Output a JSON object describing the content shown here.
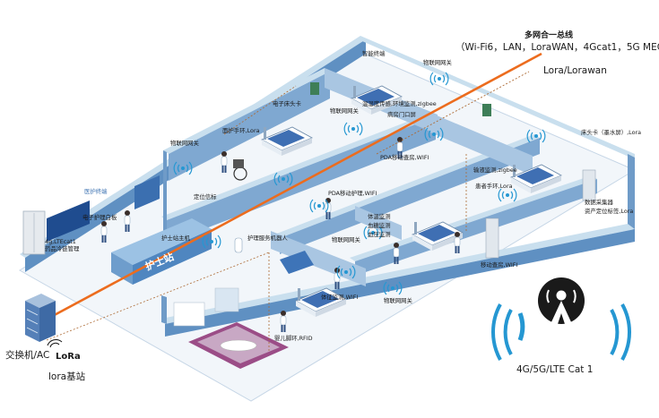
{
  "header": {
    "bus_title": "多网合一总线",
    "bus_protocols": "（Wi-Fi6，LAN，LoraWAN，4Gcat1，5G MEC...）",
    "lora_line": "Lora/Lorawan"
  },
  "left": {
    "switch_label": "交换机/AC",
    "lora_logo": "LoRa",
    "lora_station": "lora基站"
  },
  "cellular": {
    "label": "4G/5G/LTE Cat 1"
  },
  "labels": {
    "smart_terminal": "智能终端",
    "iot_gateway_top": "物联网网关",
    "electronic_bed_card": "电子床头卡",
    "iot_gateway_2": "物联网网关",
    "env_monitor": "温湿度传感,环境监测,zigbee",
    "ward_door_screen": "病房门口屏",
    "nurse_bracelet": "面护手环,Lora",
    "iot_gateway_3": "物联网网关",
    "bed_card_ink": "床头卡（墨水屏）,Lora",
    "pda_mobile": "PDA移动查房,WIFI",
    "infusion_monitor": "输液监测,zigbee",
    "patient_bracelet": "患者手环,Lora",
    "data_collector": "数据采集器",
    "asset_tag": "资产定位标签,Lora",
    "nurse_station_screen": "医护终端",
    "e_whiteboard": "电子护理白板",
    "drug_fridge": "4g,LTEcat1\n药品冷链管理",
    "positioning_beacon": "定位信标",
    "pda_nursing": "PDA移动护理,WIFI",
    "nurse_station_host": "护士站主机",
    "care_robot": "护理服务机器人",
    "nurse_station_sign": "护士站",
    "iot_gateway_4": "物联网网关",
    "temp_monitor": "体温监测",
    "blood_sugar": "血糖监测",
    "blood_pressure": "血压监测",
    "mobile_rounds": "移动查房,WIFI",
    "vital_signs": "体征监测,WIFI",
    "iot_gateway_5": "物联网网关",
    "infant_anklet": "婴儿脚环,RFID"
  },
  "colors": {
    "wall_top": "#c9dfee",
    "wall_side": "#5f90c2",
    "floor": "#f2f6fa",
    "bus_line": "#ec6c1e",
    "lora_line": "#ad6a34",
    "signal": "#2597d2",
    "wall_text": "#3f74b3"
  }
}
